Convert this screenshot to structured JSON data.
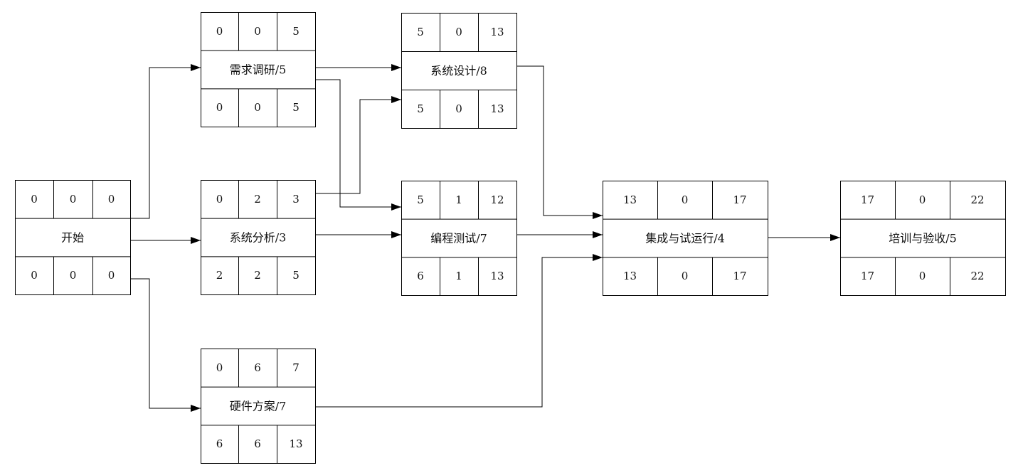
{
  "nodes": [
    {
      "id": "start",
      "name": "开始",
      "top": [
        "0",
        "0",
        "0"
      ],
      "bottom": [
        "0",
        "0",
        "0"
      ]
    },
    {
      "id": "req",
      "name": "需求调研/5",
      "top": [
        "0",
        "0",
        "5"
      ],
      "bottom": [
        "0",
        "0",
        "5"
      ]
    },
    {
      "id": "ana",
      "name": "系统分析/3",
      "top": [
        "0",
        "2",
        "3"
      ],
      "bottom": [
        "2",
        "2",
        "5"
      ]
    },
    {
      "id": "hw",
      "name": "硬件方案/7",
      "top": [
        "0",
        "6",
        "7"
      ],
      "bottom": [
        "6",
        "6",
        "13"
      ]
    },
    {
      "id": "des",
      "name": "系统设计/8",
      "top": [
        "5",
        "0",
        "13"
      ],
      "bottom": [
        "5",
        "0",
        "13"
      ]
    },
    {
      "id": "code",
      "name": "编程测试/7",
      "top": [
        "5",
        "1",
        "12"
      ],
      "bottom": [
        "6",
        "1",
        "13"
      ]
    },
    {
      "id": "int",
      "name": "集成与试运行/4",
      "top": [
        "13",
        "0",
        "17"
      ],
      "bottom": [
        "13",
        "0",
        "17"
      ]
    },
    {
      "id": "train",
      "name": "培训与验收/5",
      "top": [
        "17",
        "0",
        "22"
      ],
      "bottom": [
        "17",
        "0",
        "22"
      ]
    }
  ],
  "edges": [
    {
      "from": "start",
      "to": "req"
    },
    {
      "from": "start",
      "to": "ana"
    },
    {
      "from": "start",
      "to": "hw"
    },
    {
      "from": "req",
      "to": "des"
    },
    {
      "from": "req",
      "to": "code"
    },
    {
      "from": "ana",
      "to": "des"
    },
    {
      "from": "ana",
      "to": "code"
    },
    {
      "from": "des",
      "to": "int"
    },
    {
      "from": "code",
      "to": "int"
    },
    {
      "from": "hw",
      "to": "int"
    },
    {
      "from": "int",
      "to": "train"
    }
  ]
}
